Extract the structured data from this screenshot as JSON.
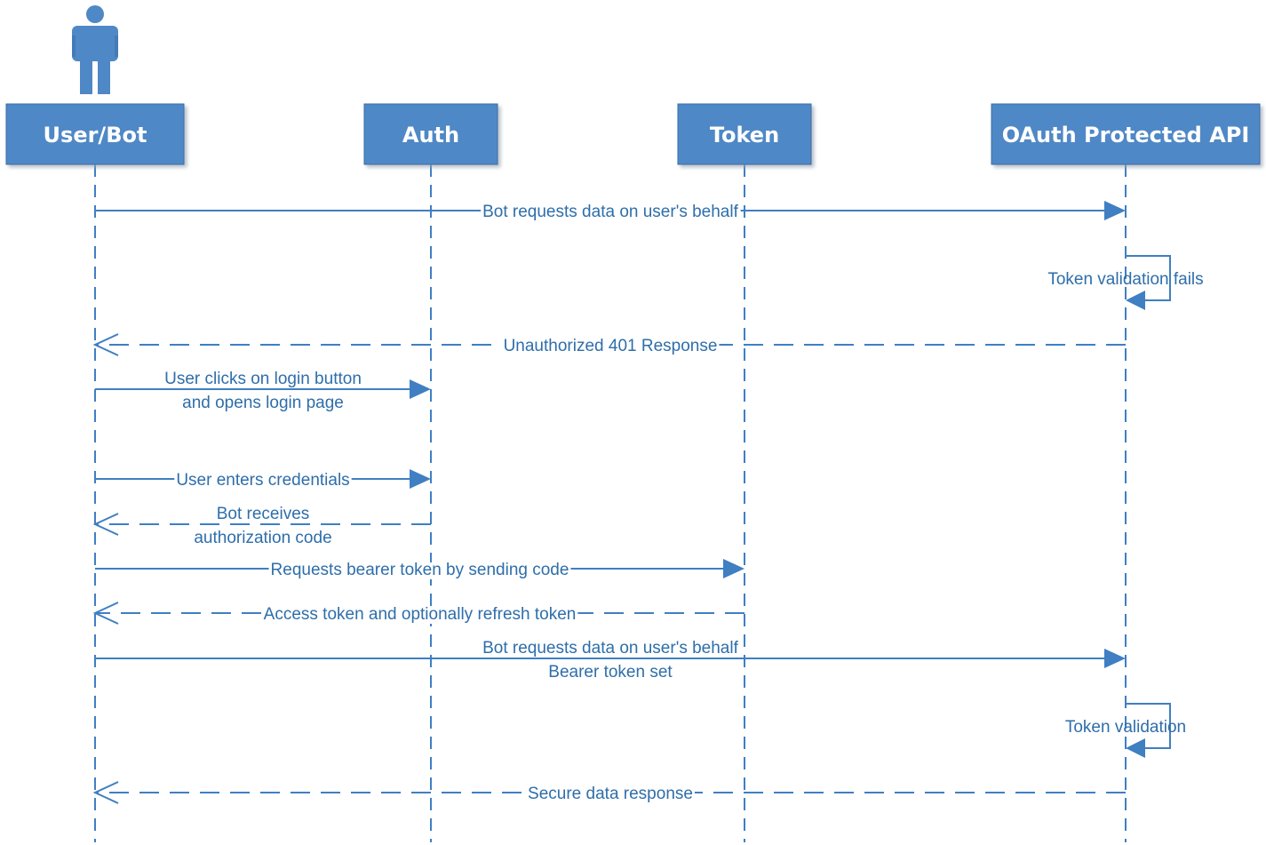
{
  "participants": [
    {
      "id": "user",
      "label": "User/Bot",
      "icon": "person-icon"
    },
    {
      "id": "auth",
      "label": "Auth"
    },
    {
      "id": "token",
      "label": "Token"
    },
    {
      "id": "api",
      "label": "OAuth Protected API"
    }
  ],
  "messages": [
    {
      "id": "m1",
      "from": "user",
      "to": "api",
      "style": "solid",
      "lines": [
        "Bot requests data on user's behalf"
      ]
    },
    {
      "id": "m2",
      "from": "api",
      "to": "api",
      "style": "self",
      "lines": [
        "Token validation fails"
      ]
    },
    {
      "id": "m3",
      "from": "api",
      "to": "user",
      "style": "dashed",
      "lines": [
        "Unauthorized 401 Response"
      ]
    },
    {
      "id": "m4",
      "from": "user",
      "to": "auth",
      "style": "solid",
      "lines": [
        "User clicks on login button",
        "and opens login page"
      ]
    },
    {
      "id": "m5",
      "from": "user",
      "to": "auth",
      "style": "solid",
      "lines": [
        "User enters credentials"
      ]
    },
    {
      "id": "m6",
      "from": "auth",
      "to": "user",
      "style": "dashed",
      "lines": [
        "Bot receives",
        "authorization code"
      ]
    },
    {
      "id": "m7",
      "from": "user",
      "to": "token",
      "style": "solid",
      "lines": [
        "Requests bearer token by sending code"
      ]
    },
    {
      "id": "m8",
      "from": "token",
      "to": "user",
      "style": "dashed",
      "lines": [
        "Access token and optionally refresh token"
      ]
    },
    {
      "id": "m9",
      "from": "user",
      "to": "api",
      "style": "solid",
      "lines": [
        "Bot requests data on user's behalf",
        "Bearer token set"
      ]
    },
    {
      "id": "m10",
      "from": "api",
      "to": "api",
      "style": "self",
      "lines": [
        "Token validation"
      ]
    },
    {
      "id": "m11",
      "from": "api",
      "to": "user",
      "style": "dashed",
      "lines": [
        "Secure data response"
      ]
    }
  ],
  "colors": {
    "header_fill": "#4f88c6",
    "header_stroke": "#3a6ea5",
    "line": "#3f7fc2",
    "text": "#2e6eaa"
  }
}
